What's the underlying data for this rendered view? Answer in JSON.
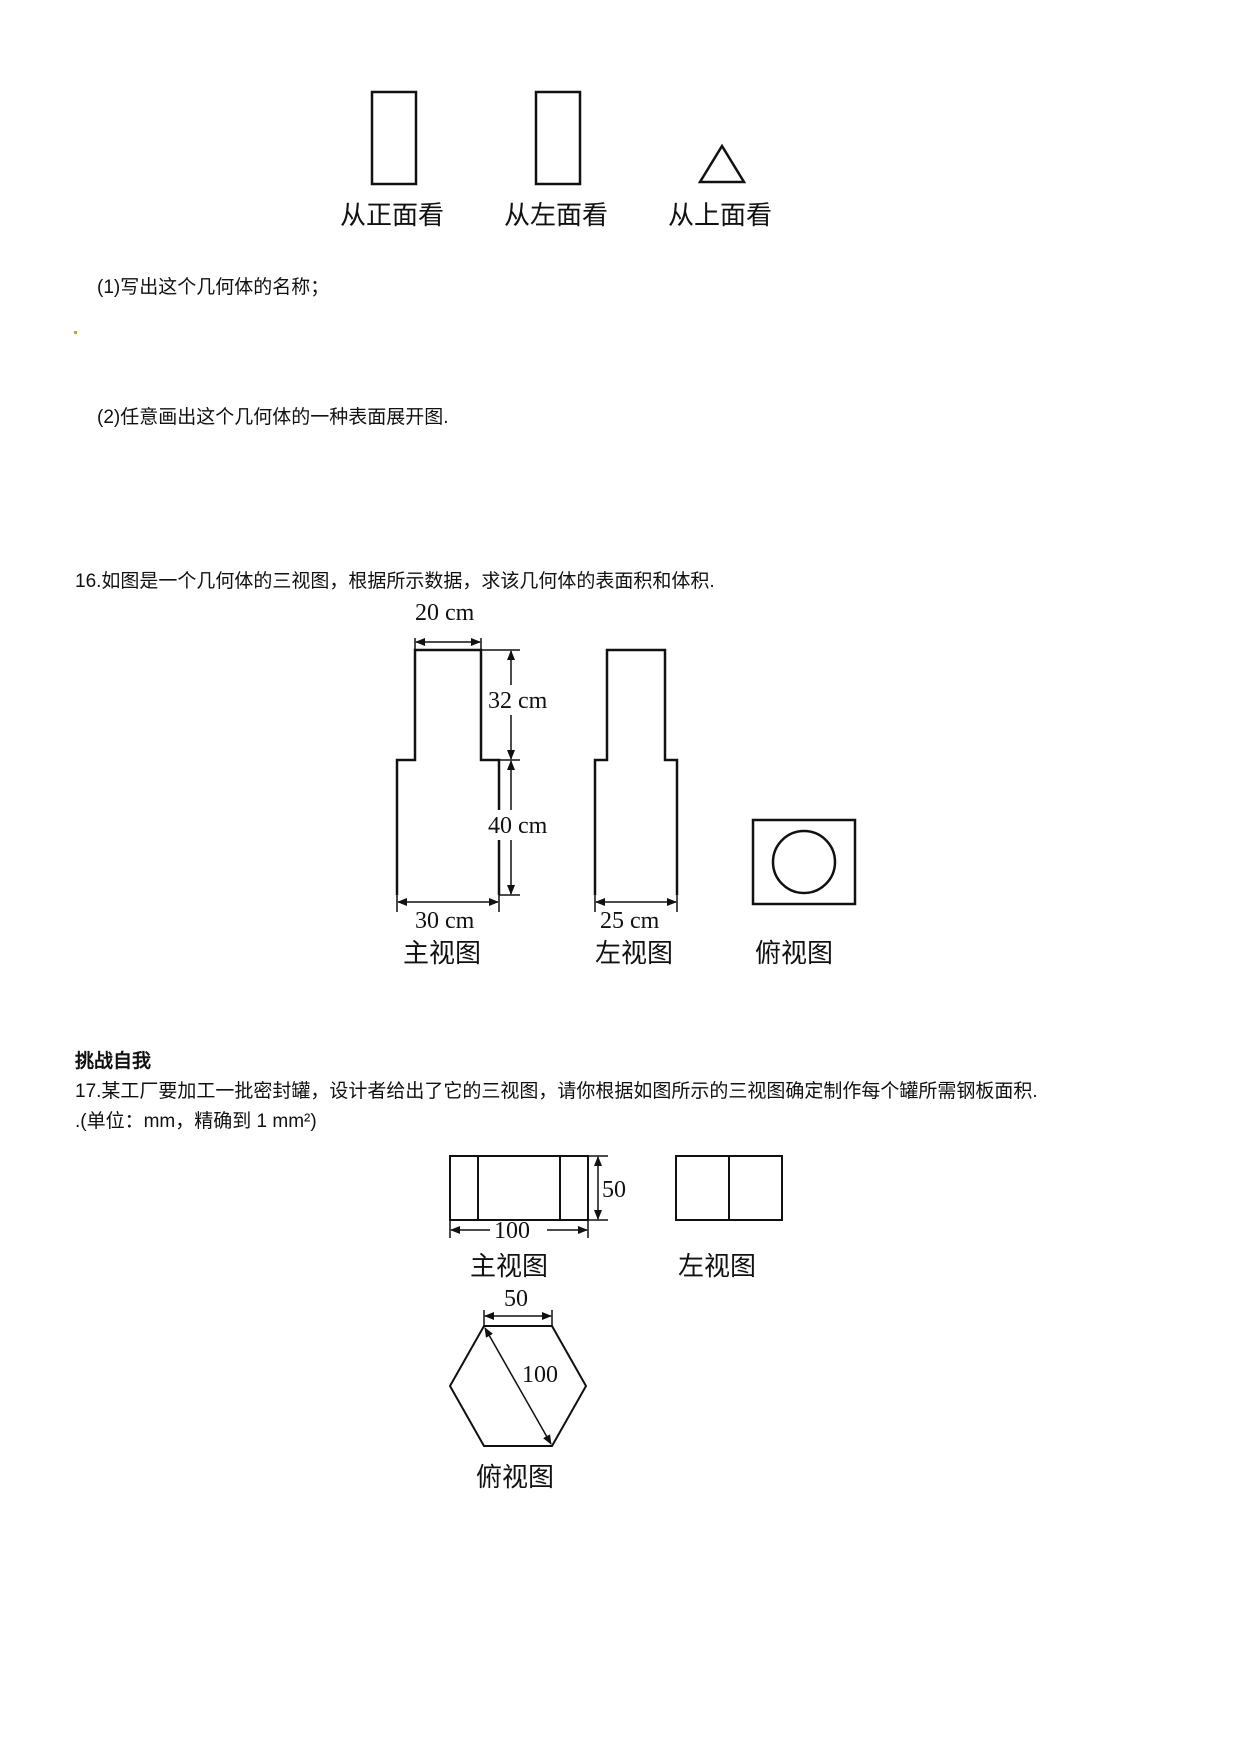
{
  "fig1": {
    "front": "从正面看",
    "left": "从左面看",
    "top": "从上面看"
  },
  "q15": {
    "part1": "(1)写出这个几何体的名称；",
    "part2": "(2)任意画出这个几何体的一种表面展开图."
  },
  "q16": {
    "text": "16.如图是一个几何体的三视图，根据所示数据，求该几何体的表面积和体积.",
    "dim_top_width": "20 cm",
    "dim_upper_height": "32 cm",
    "dim_lower_height": "40 cm",
    "dim_front_width": "30 cm",
    "dim_left_width": "25 cm",
    "front_label": "主视图",
    "left_label": "左视图",
    "top_label": "俯视图"
  },
  "section": {
    "title": "挑战自我"
  },
  "q17": {
    "text": "17.某工厂要加工一批密封罐，设计者给出了它的三视图，请你根据如图所示的三视图确定制作每个罐所需钢板面积.",
    "unit": ".(单位：mm，精确到 1 mm²)",
    "dim_height": "50",
    "dim_width": "100",
    "dim_side": "50",
    "dim_diagonal": "100",
    "front_label": "主视图",
    "left_label": "左视图",
    "top_label": "俯视图"
  }
}
